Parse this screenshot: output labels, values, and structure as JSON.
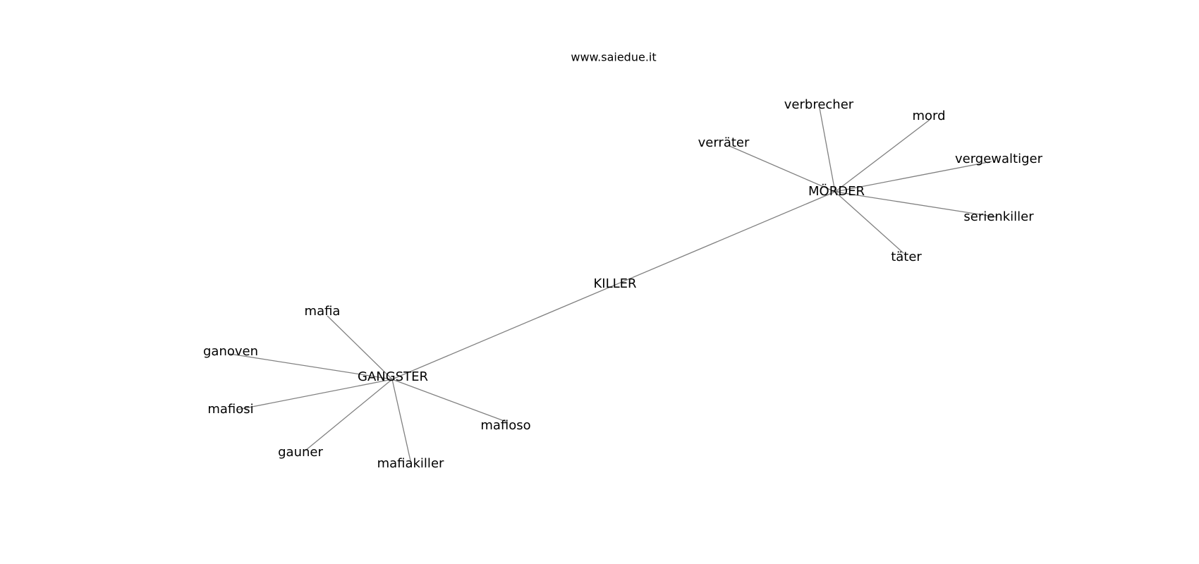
{
  "watermark": "www.saiedue.it",
  "graph": {
    "nodes": [
      {
        "id": "killer",
        "label": "KILLER"
      },
      {
        "id": "gangster",
        "label": "GANGSTER"
      },
      {
        "id": "moerder",
        "label": "MÖRDER"
      },
      {
        "id": "mafia",
        "label": "mafia"
      },
      {
        "id": "ganoven",
        "label": "ganoven"
      },
      {
        "id": "mafiosi",
        "label": "mafiosi"
      },
      {
        "id": "gauner",
        "label": "gauner"
      },
      {
        "id": "mafiakiller",
        "label": "mafiakiller"
      },
      {
        "id": "mafioso",
        "label": "mafioso"
      },
      {
        "id": "verbrecher",
        "label": "verbrecher"
      },
      {
        "id": "mord",
        "label": "mord"
      },
      {
        "id": "verraeter",
        "label": "verräter"
      },
      {
        "id": "vergewaltiger",
        "label": "vergewaltiger"
      },
      {
        "id": "serienkiller",
        "label": "serienkiller"
      },
      {
        "id": "taeter",
        "label": "täter"
      }
    ],
    "edges": [
      [
        "gangster",
        "moerder"
      ],
      [
        "gangster",
        "mafia"
      ],
      [
        "gangster",
        "ganoven"
      ],
      [
        "gangster",
        "mafiosi"
      ],
      [
        "gangster",
        "gauner"
      ],
      [
        "gangster",
        "mafiakiller"
      ],
      [
        "gangster",
        "mafioso"
      ],
      [
        "moerder",
        "verbrecher"
      ],
      [
        "moerder",
        "mord"
      ],
      [
        "moerder",
        "verraeter"
      ],
      [
        "moerder",
        "vergewaltiger"
      ],
      [
        "moerder",
        "serienkiller"
      ],
      [
        "moerder",
        "taeter"
      ]
    ],
    "colors": {
      "edge": "#808080",
      "text": "#000000",
      "background": "#ffffff"
    }
  }
}
